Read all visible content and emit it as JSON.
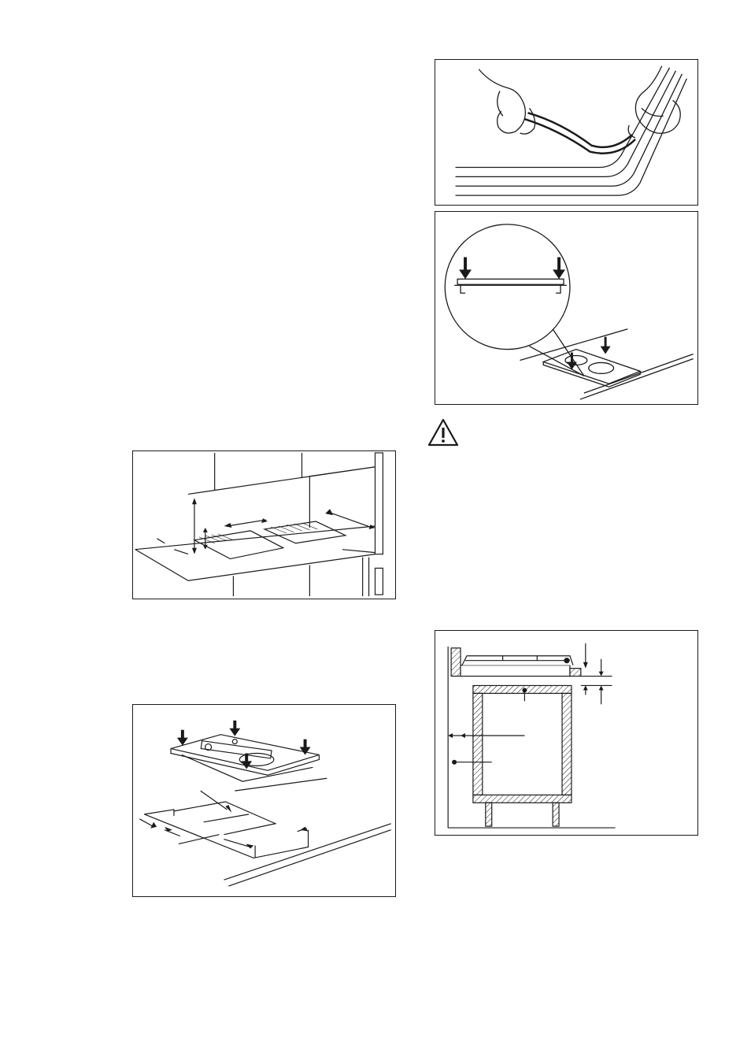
{
  "page": {
    "figures": [
      {
        "id": "gasket-application",
        "icon": "hands-applying-seal-strip"
      },
      {
        "id": "hob-pressing-detail",
        "icon": "magnified-hob-edge-with-press-arrows"
      },
      {
        "id": "worktop-cutout-dimensions",
        "icon": "worktop-cutout-with-dimension-arrows"
      },
      {
        "id": "hob-insertion",
        "icon": "hob-lowered-into-cutout"
      },
      {
        "id": "oven-below-hob-section",
        "icon": "cabinet-section-with-clearances"
      }
    ],
    "warning_icon": "warning-triangle-icon",
    "colors": {
      "line": "#1a1a1a",
      "background": "#ffffff"
    }
  }
}
